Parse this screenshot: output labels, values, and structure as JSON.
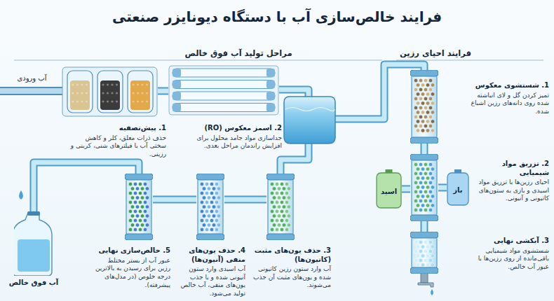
{
  "diagram": {
    "title": "فرایند خالص‌سازی آب با دستگاه دیونایزر صنعتی",
    "nodes": [
      {
        "text": [
          "1. پیش‌تصفیه",
          "حذف ذرات معلق، کلر و کاهش سختی آب با فیلترهای شنی، کربنی و رزینی."
        ]
      },
      {
        "text": [
          "2. اسمز معکوس (RO)",
          "جداسازی مواد جامد محلول برای افزایش راندمان مراحل بعدی."
        ]
      },
      {
        "text": [
          "1. شستشوی معکوس",
          "تمیز کردن گل و لای انباشته شده روی دانه‌های رزین اشباع شده."
        ]
      },
      {
        "text": [
          "2. تزریق مواد شیمیایی",
          "احیای رزین‌ها با تزریق مواد اسیدی و بازی به ستون‌های کاتیونی و آنیونی."
        ]
      },
      {
        "text": [
          "اسید"
        ]
      },
      {
        "text": [
          "باز"
        ]
      },
      {
        "text": [
          "3. آبکشی نهایی",
          "شستشوی مواد شیمیایی باقی‌مانده از روی رزین‌ها با عبور آب خالص."
        ]
      },
      {
        "text": [
          "3. حذف یون‌های مثبت (کاتیون‌ها)",
          "آب وارد ستون رزین کاتیونی شده و یون‌های مثبت آن جذب می‌شوند."
        ]
      },
      {
        "text": [
          "4. حذف یون‌های منفی (آنیون‌ها)",
          "آب اسیدی وارد ستون آنیونی شده و با جذب یون‌های منفی، آب خالص تولید می‌شود."
        ]
      },
      {
        "text": [
          "5. خالص‌سازی نهایی",
          "عبور آب از بستر مختلط رزین برای رسیدن به بالاترین درجه خلوص (در مدل‌های پیشرفته)."
        ]
      },
      {
        "text": [
          "آب فوق خالص"
        ]
      }
    ],
    "edges": [
      {
        "from": 0,
        "to": 1,
        "arrow": "none"
      },
      {
        "from": 1,
        "to": 7,
        "arrow": "none"
      },
      {
        "from": 7,
        "to": 8,
        "arrow": "none"
      },
      {
        "from": 8,
        "to": 9,
        "arrow": "none"
      },
      {
        "from": 9,
        "to": 10,
        "arrow": "none"
      },
      {
        "from": 2,
        "to": 3,
        "arrow": "none"
      },
      {
        "from": 3,
        "to": 6,
        "arrow": "none"
      },
      {
        "from": 4,
        "to": 3,
        "arrow": "none"
      },
      {
        "from": 5,
        "to": 3,
        "arrow": "none"
      }
    ],
    "labels": [
      "مراحل تولید آب فوق خالص",
      "فرایند احیای رزین",
      "آب ورودی"
    ]
  }
}
